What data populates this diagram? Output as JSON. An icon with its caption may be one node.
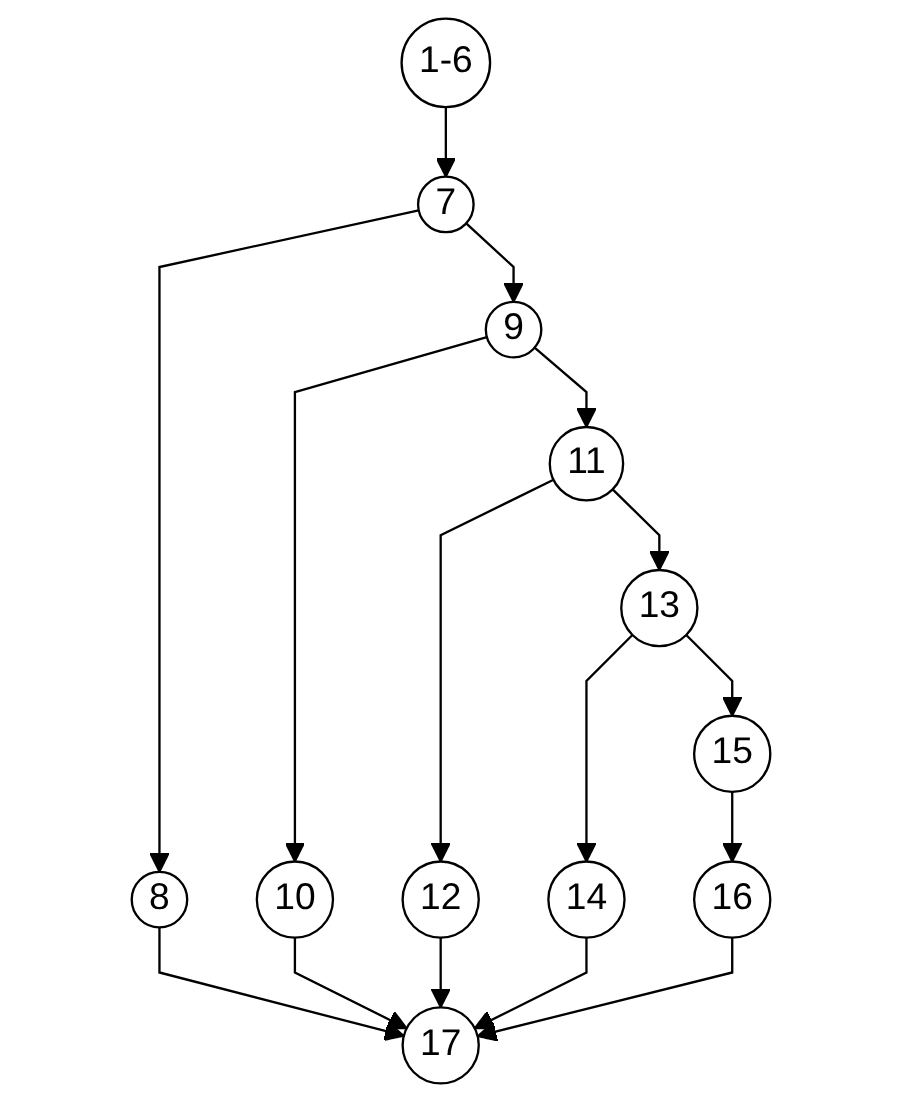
{
  "diagram": {
    "nodes": [
      {
        "text": [
          "1-6"
        ]
      },
      {
        "text": [
          "7"
        ]
      },
      {
        "text": [
          "8"
        ]
      },
      {
        "text": [
          "9"
        ]
      },
      {
        "text": [
          "10"
        ]
      },
      {
        "text": [
          "11"
        ]
      },
      {
        "text": [
          "12"
        ]
      },
      {
        "text": [
          "13"
        ]
      },
      {
        "text": [
          "14"
        ]
      },
      {
        "text": [
          "15"
        ]
      },
      {
        "text": [
          "16"
        ]
      },
      {
        "text": [
          "17"
        ]
      }
    ],
    "edges": [
      {
        "from": 0,
        "to": 1,
        "arrow": "to"
      },
      {
        "from": 1,
        "to": 3,
        "arrow": "to"
      },
      {
        "from": 1,
        "to": 2,
        "arrow": "to"
      },
      {
        "from": 3,
        "to": 5,
        "arrow": "to"
      },
      {
        "from": 3,
        "to": 4,
        "arrow": "to"
      },
      {
        "from": 5,
        "to": 7,
        "arrow": "to"
      },
      {
        "from": 5,
        "to": 6,
        "arrow": "to"
      },
      {
        "from": 7,
        "to": 9,
        "arrow": "to"
      },
      {
        "from": 7,
        "to": 8,
        "arrow": "to"
      },
      {
        "from": 9,
        "to": 10,
        "arrow": "to"
      },
      {
        "from": 2,
        "to": 11,
        "arrow": "to"
      },
      {
        "from": 4,
        "to": 11,
        "arrow": "to"
      },
      {
        "from": 6,
        "to": 11,
        "arrow": "to"
      },
      {
        "from": 8,
        "to": 11,
        "arrow": "to"
      },
      {
        "from": 10,
        "to": 11,
        "arrow": "to"
      }
    ]
  }
}
